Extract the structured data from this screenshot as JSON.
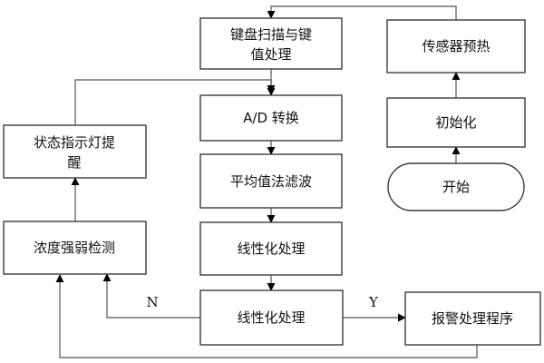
{
  "diagram": {
    "nodes": {
      "start": "开始",
      "init": "初始化",
      "preheat": "传感器预热",
      "keyboard_line1": "键盘扫描与键",
      "keyboard_line2": "值处理",
      "ad_convert": "A/D 转换",
      "average_filter": "平均值法滤波",
      "linearize": "线性化处理",
      "compare": "线性化处理",
      "alarm": "报警处理程序",
      "concentration": "浓度强弱检测",
      "status_line1": "状态指示灯提",
      "status_line2": "醒"
    },
    "edge_labels": {
      "no": "N",
      "yes": "Y"
    },
    "colors": {
      "box_stroke": "#3c3c3c",
      "connector": "#6e6e6e",
      "text": "#111111"
    }
  }
}
